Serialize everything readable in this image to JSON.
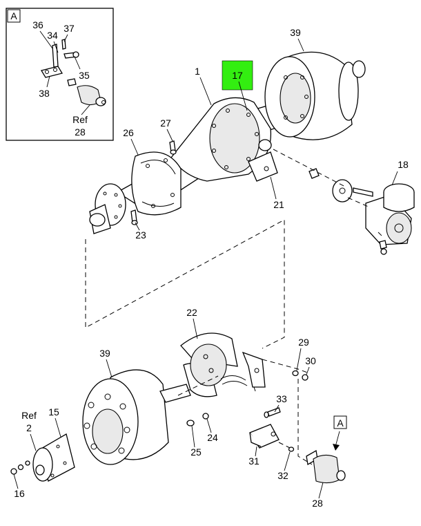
{
  "callouts": {
    "c1": "1",
    "c2": "2",
    "c2ref": "Ref",
    "c15": "15",
    "c16": "16",
    "c17": "17",
    "c18": "18",
    "c21": "21",
    "c22": "22",
    "c23": "23",
    "c24": "24",
    "c25": "25",
    "c26": "26",
    "c27": "27",
    "c28": "28",
    "c28ref": "Ref",
    "c28b": "28",
    "c29": "29",
    "c30": "30",
    "c31": "31",
    "c32": "32",
    "c33": "33",
    "c34": "34",
    "c35": "35",
    "c36": "36",
    "c37": "37",
    "c38": "38",
    "c39a": "39",
    "c39b": "39"
  },
  "inset": {
    "label": "A"
  },
  "view_marker": {
    "label": "A"
  },
  "colors": {
    "highlight": "#33ee11",
    "line": "#000000",
    "background": "#ffffff"
  }
}
